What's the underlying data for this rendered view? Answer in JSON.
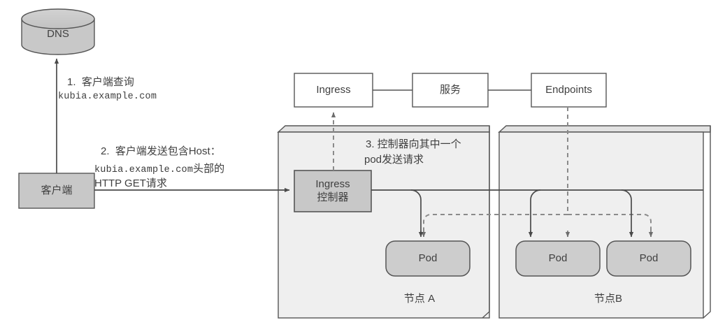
{
  "diagram": {
    "title": "Kubernetes Ingress request flow",
    "colors": {
      "box_fill_gray": "#c8c8c8",
      "box_fill_white": "#ffffff",
      "node_fill": "#efefef",
      "node_top_fill": "#e4e4e4",
      "stroke_dark": "#555555",
      "stroke_mid": "#6a6a6a",
      "text": "#3f3f3f",
      "background": "#ffffff"
    },
    "nodes": {
      "dns": {
        "label": "DNS",
        "shape": "cylinder"
      },
      "client": {
        "label": "客户端",
        "shape": "rect"
      },
      "ingress": {
        "label": "Ingress",
        "shape": "rect"
      },
      "service": {
        "label": "服务",
        "shape": "rect"
      },
      "endpoints": {
        "label": "Endpoints",
        "shape": "rect"
      },
      "ingress_controller": {
        "label": "Ingress\n控制器",
        "shape": "rect"
      },
      "node_a": {
        "label": "节点 A",
        "shape": "node-3d"
      },
      "node_b": {
        "label": "节点B",
        "shape": "node-3d"
      },
      "pod_a1": {
        "label": "Pod",
        "shape": "rounded-rect"
      },
      "pod_b1": {
        "label": "Pod",
        "shape": "rounded-rect"
      },
      "pod_b2": {
        "label": "Pod",
        "shape": "rounded-rect"
      }
    },
    "annotations": {
      "step1": {
        "line1": "1.  客户端查询",
        "line2": "kubia.example.com"
      },
      "step2": {
        "line1": "2.  客户端发送包含Host：",
        "line2": "kubia.example.com",
        "line2_tail": "头部的",
        "line3": "HTTP GET请求"
      },
      "step3": {
        "line1": "3. 控制器向其中一个",
        "line2": "pod发送请求"
      }
    }
  }
}
